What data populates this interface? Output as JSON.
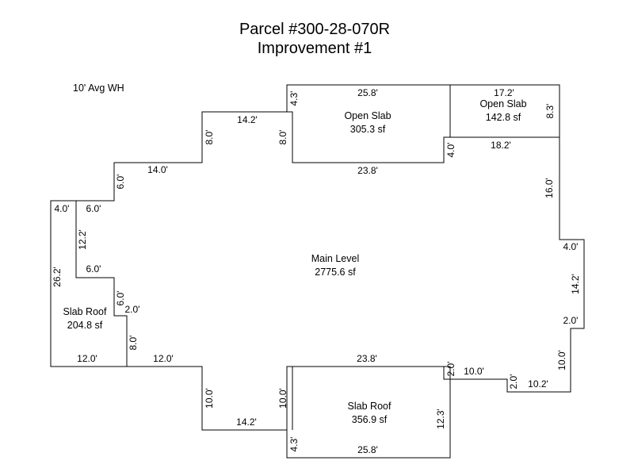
{
  "title": {
    "line1": "Parcel #300-28-070R",
    "line2": "Improvement #1"
  },
  "note": "10' Avg WH",
  "areas": {
    "main": {
      "name": "Main Level",
      "sf": "2775.6 sf"
    },
    "open_slab_1": {
      "name": "Open Slab",
      "sf": "305.3 sf"
    },
    "open_slab_2": {
      "name": "Open Slab",
      "sf": "142.8 sf"
    },
    "slab_roof_left": {
      "name": "Slab Roof",
      "sf": "204.8 sf"
    },
    "slab_roof_bottom": {
      "name": "Slab Roof",
      "sf": "356.9 sf"
    }
  },
  "dims": {
    "d_4_3_top": "4.3'",
    "d_25_8_top": "25.8'",
    "d_17_2": "17.2'",
    "d_8_3": "8.3'",
    "d_14_2_top": "14.2'",
    "d_8_0_a": "8.0'",
    "d_8_0_b": "8.0'",
    "d_4_0_top": "4.0'",
    "d_18_2": "18.2'",
    "d_23_8_top": "23.8'",
    "d_14_0": "14.0'",
    "d_6_0_a": "6.0'",
    "d_16_0": "16.0'",
    "d_4_0_left": "4.0'",
    "d_6_0_b": "6.0'",
    "d_12_2": "12.2'",
    "d_4_0_right": "4.0'",
    "d_26_2": "26.2'",
    "d_6_0_c": "6.0'",
    "d_14_2_right": "14.2'",
    "d_6_0_d": "6.0'",
    "d_2_0_a": "2.0'",
    "d_2_0_right": "2.0'",
    "d_8_0_c": "8.0'",
    "d_10_0_right": "10.0'",
    "d_12_0_a": "12.0'",
    "d_12_0_b": "12.0'",
    "d_23_8_bottom": "23.8'",
    "d_2_0_b": "2.0'",
    "d_10_0_a": "10.0'",
    "d_2_0_c": "2.0'",
    "d_10_2": "10.2'",
    "d_10_0_b": "10.0'",
    "d_10_0_c": "10.0'",
    "d_12_3": "12.3'",
    "d_14_2_bottom": "14.2'",
    "d_4_3_bottom": "4.3'",
    "d_25_8_bottom": "25.8'"
  }
}
